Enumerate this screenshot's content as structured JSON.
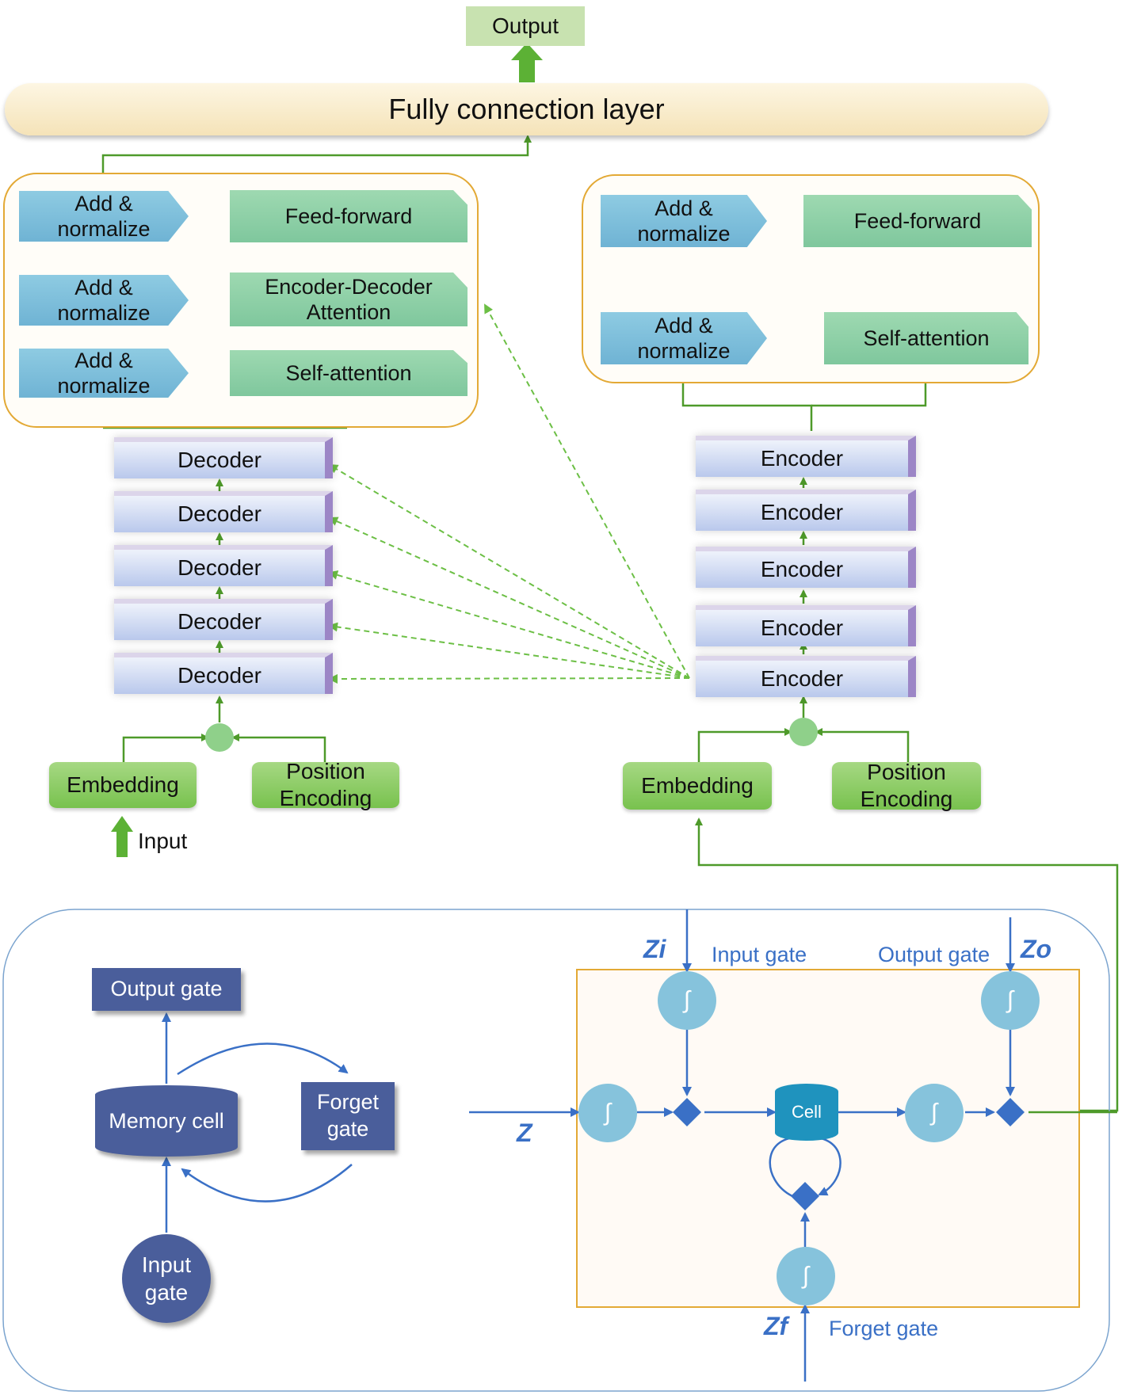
{
  "top": {
    "output": "Output",
    "fc_layer": "Fully connection layer"
  },
  "decoder_block": {
    "add_norm": "Add &\nnormalize",
    "feed_forward": "Feed-forward",
    "enc_dec_attention": "Encoder-Decoder\nAttention",
    "self_attention": "Self-attention"
  },
  "encoder_block": {
    "add_norm": "Add &\nnormalize",
    "feed_forward": "Feed-forward",
    "self_attention": "Self-attention"
  },
  "decoders": [
    "Decoder",
    "Decoder",
    "Decoder",
    "Decoder",
    "Decoder"
  ],
  "encoders": [
    "Encoder",
    "Encoder",
    "Encoder",
    "Encoder",
    "Encoder"
  ],
  "decoder_inputs": {
    "embedding": "Embedding",
    "position": "Position\nEncoding",
    "input": "Input"
  },
  "encoder_inputs": {
    "embedding": "Embedding",
    "position": "Position\nEncoding"
  },
  "lstm_simple": {
    "output_gate": "Output gate",
    "memory_cell": "Memory cell",
    "forget_gate": "Forget\ngate",
    "input_gate": "Input\ngate"
  },
  "lstm_detail": {
    "zi": "Zi",
    "zo": "Zo",
    "zf": "Zf",
    "z": "Z",
    "input_gate": "Input gate",
    "output_gate": "Output gate",
    "forget_gate": "Forget gate",
    "cell": "Cell",
    "sigma": "∫"
  },
  "colors": {
    "arrow_green": "#4e9a2a",
    "dashed_green": "#6cbf45",
    "lstm_blue": "#3a70c6",
    "panel_border": "#e3a935"
  }
}
